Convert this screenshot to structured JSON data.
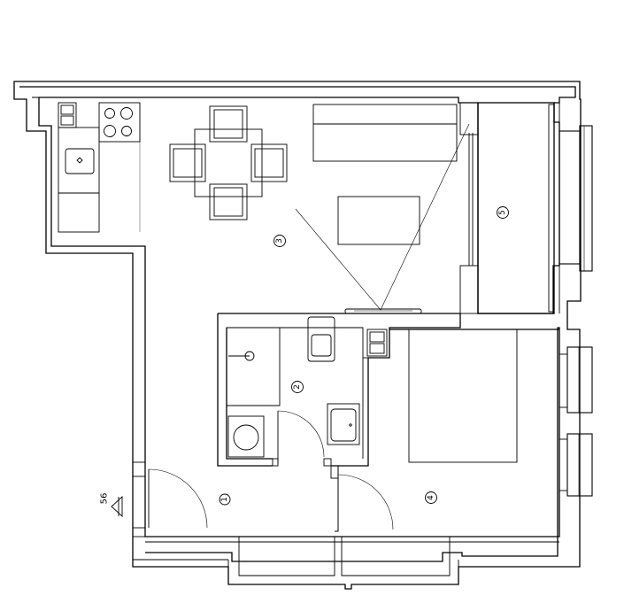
{
  "rooms": [
    {
      "id": "1",
      "label": "1"
    },
    {
      "id": "2",
      "label": "2"
    },
    {
      "id": "3",
      "label": "3"
    },
    {
      "id": "4",
      "label": "4"
    },
    {
      "id": "5",
      "label": "5"
    }
  ],
  "entrance": {
    "label": "56"
  }
}
